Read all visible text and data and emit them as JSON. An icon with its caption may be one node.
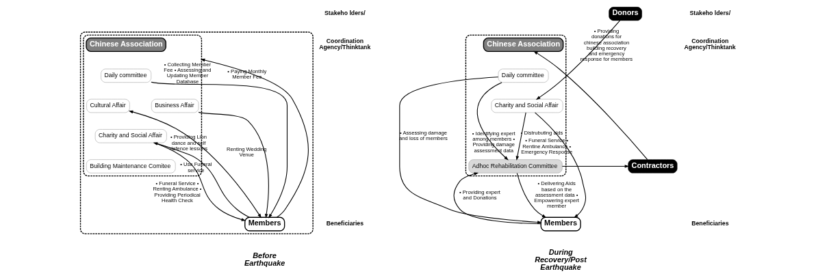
{
  "diagram": {
    "nodes": [
      {
        "text": [],
        "shape": "box"
      },
      {
        "text": [],
        "shape": "box",
        "in": 0
      },
      {
        "text": [
          "Chinese Association"
        ],
        "in": 1
      },
      {
        "text": [
          "Daily committee"
        ],
        "in": 1
      },
      {
        "text": [
          "Cultural Affair"
        ],
        "in": 1
      },
      {
        "text": [
          "Business Affair"
        ],
        "in": 1
      },
      {
        "text": [
          "Charity and Social Affair"
        ],
        "in": 1
      },
      {
        "text": [
          "Building Maintenance Comitee"
        ],
        "in": 1
      },
      {
        "text": [
          "Members"
        ],
        "in": 0
      },
      {
        "text": [],
        "shape": "box"
      },
      {
        "text": [
          "Chinese Association"
        ],
        "in": 9
      },
      {
        "text": [
          "Daily committee"
        ],
        "in": 9
      },
      {
        "text": [
          "Charity and Social Affair"
        ],
        "in": 9
      },
      {
        "text": [
          "Adhoc Rehabilitation Committee"
        ],
        "in": 9
      },
      {
        "text": [
          "Contractors"
        ]
      },
      {
        "text": [
          "Donors"
        ]
      },
      {
        "text": [
          "Members"
        ]
      }
    ],
    "edges": [
      {
        "from": 3,
        "to": 8,
        "arrow": "to",
        "label": "• Collecting Member Fee • Assessing and Updating Member Database"
      },
      {
        "from": 4,
        "to": 8,
        "arrow": "both",
        "label": "• Providing Lion dance and self defence lessons"
      },
      {
        "from": 8,
        "to": 1,
        "arrow": "to",
        "label": "• Paying Monthly Member Fee"
      },
      {
        "from": 6,
        "to": 8,
        "arrow": "to",
        "label": "• Funeral Service • Renting Ambulance • Providing Periodical Health Check"
      },
      {
        "from": 8,
        "to": 6,
        "arrow": "to",
        "label": "• Use Funeral service"
      },
      {
        "from": 5,
        "to": 8,
        "arrow": "to",
        "label": "Renting Wedding Venue"
      },
      {
        "from": 14,
        "to": 10,
        "arrow": "to"
      },
      {
        "from": 11,
        "to": 16,
        "arrow": "to",
        "label": "• Assessing damage and loss of members"
      },
      {
        "from": 13,
        "to": 14,
        "arrow": "to"
      },
      {
        "from": 11,
        "to": 13,
        "arrow": "to",
        "label": "• Identifying expert among members • Providing damage assessment data"
      },
      {
        "from": 12,
        "to": 13,
        "arrow": "to",
        "label": "• Distrubuting aids"
      },
      {
        "from": 15,
        "to": 12,
        "arrow": "to",
        "label": "• Providing donations for chinese association building recovery and emergency response for members"
      },
      {
        "from": 12,
        "to": 16,
        "arrow": "to",
        "label": "• Funeral Service • Rentine Ambulance • Emergency Response"
      },
      {
        "from": 16,
        "to": 13,
        "arrow": "to",
        "label": "• Providing expert and Donations"
      },
      {
        "from": 13,
        "to": 16,
        "arrow": "to",
        "label": "• Delivering Aids based on the assessment data • Empowering expert member"
      }
    ],
    "labels": [
      "Stakeho lders/",
      "Coordination Agency/Thinktank",
      "Beneficiaries",
      "Before Earthquake",
      "Stakeho lders/",
      "Coordination Agency/Thinktank",
      "Beneficiaries",
      "During Recovery/Post Earthquake"
    ]
  }
}
